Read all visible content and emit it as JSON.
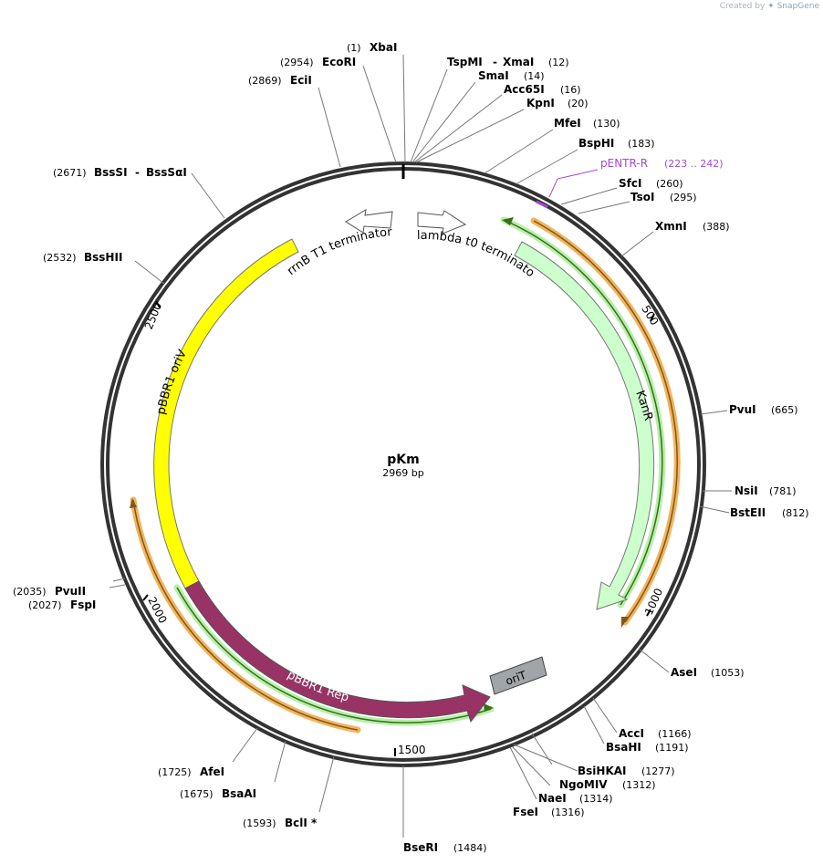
{
  "credit": {
    "prefix": "Created by",
    "brand": "SnapGene"
  },
  "plasmid": {
    "name": "pKm",
    "size_label": "2969 bp",
    "length": 2969
  },
  "ticks": [
    "500",
    "1000",
    "1500",
    "2000",
    "2500"
  ],
  "primer": {
    "name": "pENTR-R",
    "range": "(223 .. 242)",
    "color": "#a14ad6"
  },
  "features": [
    {
      "label": "rrnB T1 terminator",
      "color": "#ffffff"
    },
    {
      "label": "lambda t0 terminator",
      "color": "#ffffff"
    },
    {
      "label": "KanR",
      "color": "#ccffcc"
    },
    {
      "label": "oriT",
      "color": "#a0a5a9"
    },
    {
      "label": "pBBR1 Rep",
      "color": "#993366"
    },
    {
      "label": "pBBR1 oriV",
      "color": "#ffff00"
    }
  ],
  "sites": [
    {
      "id": "xbai",
      "name": "XbaI",
      "pos": "(1)"
    },
    {
      "id": "ecori",
      "name": "EcoRI",
      "pos": "(2954)"
    },
    {
      "id": "ecii",
      "name": "EciI",
      "pos": "(2869)"
    },
    {
      "id": "tspmi",
      "name": "TspMI",
      "name2": "XmaI",
      "pos": "(12)"
    },
    {
      "id": "smai",
      "name": "SmaI",
      "pos": "(14)"
    },
    {
      "id": "acc65i",
      "name": "Acc65I",
      "pos": "(16)"
    },
    {
      "id": "kpni",
      "name": "KpnI",
      "pos": "(20)"
    },
    {
      "id": "mfei",
      "name": "MfeI",
      "pos": "(130)"
    },
    {
      "id": "bsphi",
      "name": "BspHI",
      "pos": "(183)"
    },
    {
      "id": "sfci",
      "name": "SfcI",
      "pos": "(260)"
    },
    {
      "id": "tsoi",
      "name": "TsoI",
      "pos": "(295)"
    },
    {
      "id": "xmni",
      "name": "XmnI",
      "pos": "(388)"
    },
    {
      "id": "pvui",
      "name": "PvuI",
      "pos": "(665)"
    },
    {
      "id": "nsii",
      "name": "NsiI",
      "pos": "(781)"
    },
    {
      "id": "bsteii",
      "name": "BstEII",
      "pos": "(812)"
    },
    {
      "id": "asei",
      "name": "AseI",
      "pos": "(1053)"
    },
    {
      "id": "acci",
      "name": "AccI",
      "pos": "(1166)"
    },
    {
      "id": "bsahi",
      "name": "BsaHI",
      "pos": "(1191)"
    },
    {
      "id": "bsihkai",
      "name": "BsiHKAI",
      "pos": "(1277)"
    },
    {
      "id": "ngomiv",
      "name": "NgoMIV",
      "pos": "(1312)"
    },
    {
      "id": "naei",
      "name": "NaeI",
      "pos": "(1314)"
    },
    {
      "id": "fsei",
      "name": "FseI",
      "pos": "(1316)"
    },
    {
      "id": "bseri",
      "name": "BseRI",
      "pos": "(1484)"
    },
    {
      "id": "bcli",
      "name": "BclI *",
      "pos": "(1593)"
    },
    {
      "id": "bsaai",
      "name": "BsaAI",
      "pos": "(1675)"
    },
    {
      "id": "afei",
      "name": "AfeI",
      "pos": "(1725)"
    },
    {
      "id": "fspi",
      "name": "FspI",
      "pos": "(2027)"
    },
    {
      "id": "pvuii",
      "name": "PvuII",
      "pos": "(2035)"
    },
    {
      "id": "psshii",
      "name": "BssHII",
      "pos": "(2532)"
    },
    {
      "id": "bsssi",
      "name": "BssSI",
      "name2": "BssSαI",
      "pos": "(2671)"
    }
  ]
}
